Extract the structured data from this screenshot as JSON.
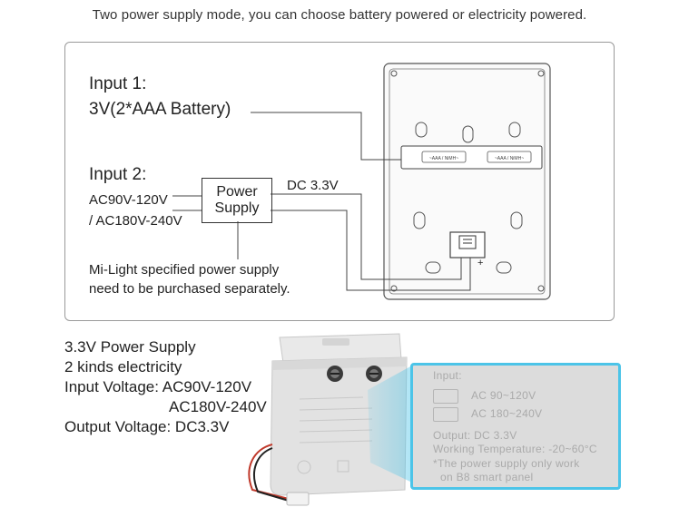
{
  "caption": "Two power supply mode, you can choose battery powered or electricity powered.",
  "diagram": {
    "input1_title": "Input 1:",
    "input1_desc": "3V(2*AAA Battery)",
    "input2_title": "Input 2:",
    "ac_line1": "AC90V-120V",
    "ac_line2": "/ AC180V-240V",
    "power_supply_line1": "Power",
    "power_supply_line2": "Supply",
    "dc_label": "DC 3.3V",
    "note_line1": "Mi-Light specified power supply",
    "note_line2": "need to be purchased separately.",
    "battery_slot_left": "~AAA / NiMH~",
    "battery_slot_right": "~AAA / NiMH~",
    "terminal_plus": "+"
  },
  "specs": {
    "line1": "3.3V Power Supply",
    "line2": "2 kinds electricity",
    "line3": "Input Voltage: AC90V-120V",
    "line4": "AC180V-240V",
    "line5": "Output Voltage: DC3.3V"
  },
  "label_zoom": {
    "input": "Input:",
    "ac1": "AC  90~120V",
    "ac2": "AC  180~240V",
    "output": "Output: DC 3.3V",
    "temp": "Working Temperature: -20~60°C",
    "note1": "*The power supply only work",
    "note2": "on B8 smart panel"
  },
  "colors": {
    "zoom_border": "#4cc4e8",
    "device_body": "#e2e2e2"
  }
}
